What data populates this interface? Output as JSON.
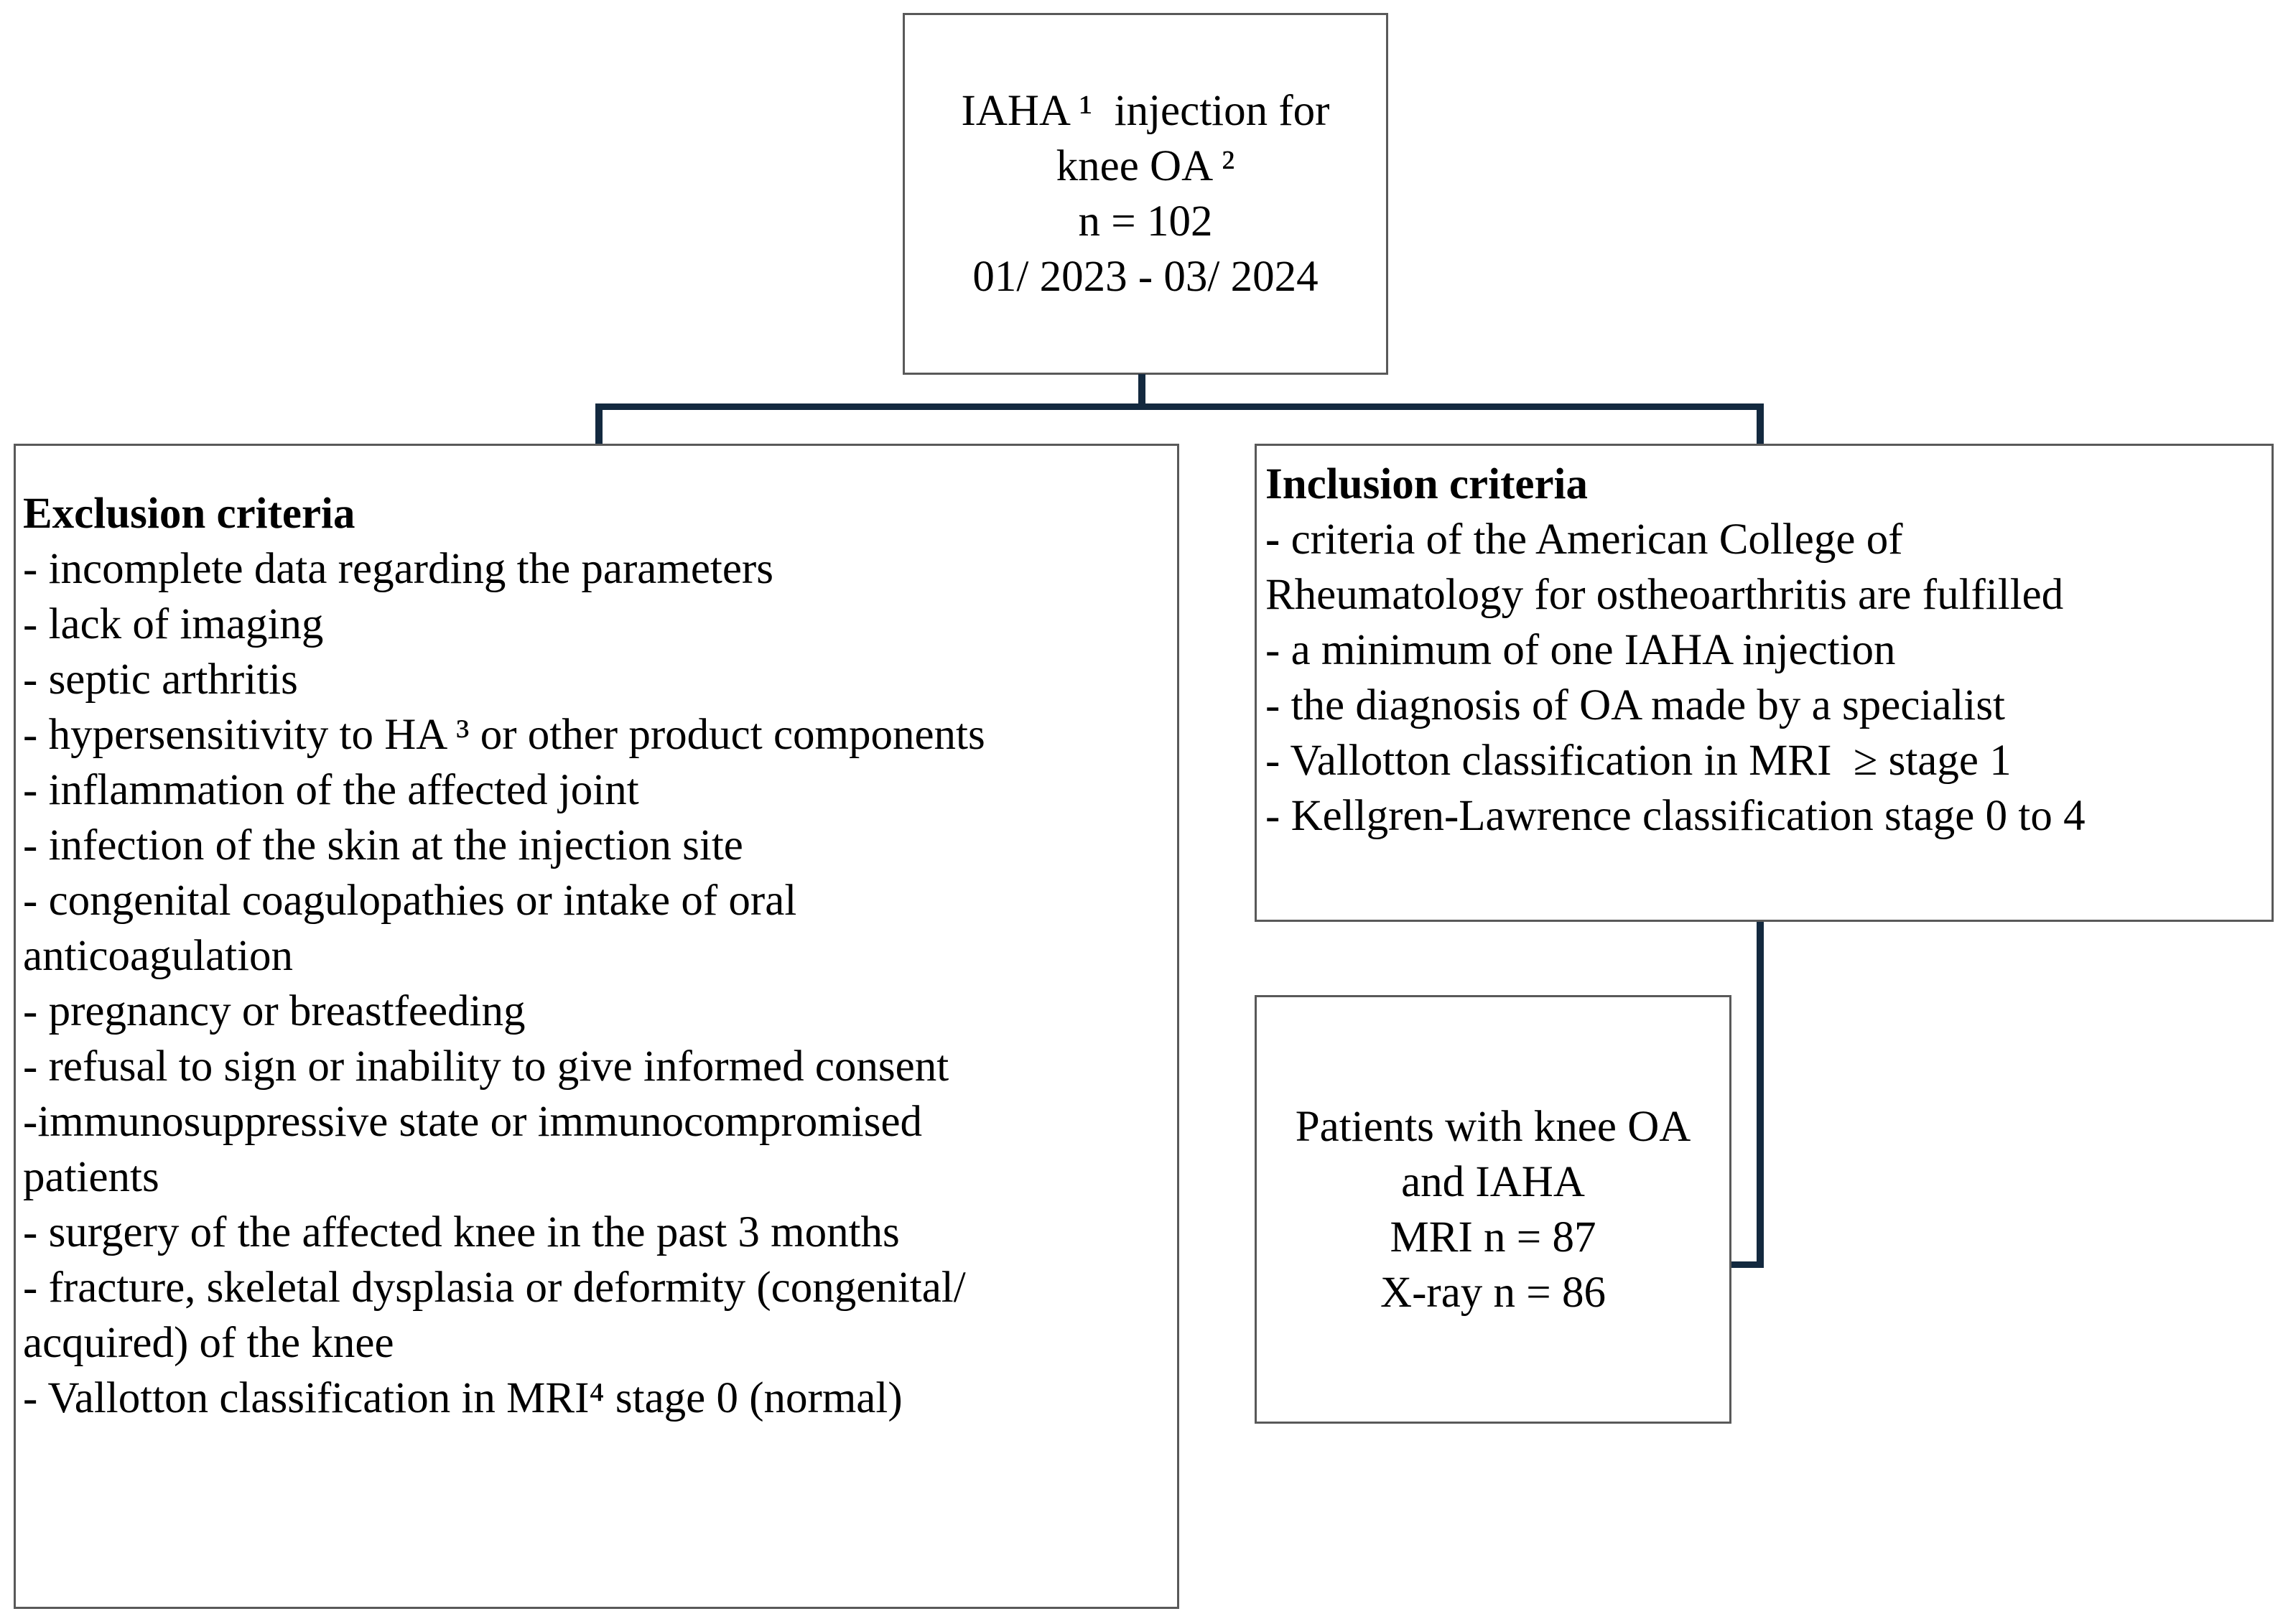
{
  "figure": {
    "background": "#ffffff",
    "connector_color": "#13293f",
    "border_color": "#595959",
    "text_color": "#000000"
  },
  "title_box": {
    "lines": [
      "IAHA ¹  injection for",
      "knee OA ²",
      "n = 102",
      "01/ 2023 - 03/ 2024"
    ]
  },
  "exclusion_box": {
    "heading": "Exclusion criteria",
    "lines": [
      "- incomplete data regarding the parameters",
      "- lack of imaging",
      "- septic arthritis",
      "- hypersensitivity to HA ³ or other product components",
      "- inflammation of the affected joint",
      "- infection of the skin at the injection site",
      "- congenital coagulopathies or intake of oral",
      "anticoagulation",
      "- pregnancy or breastfeeding",
      "- refusal to sign or inability to give informed consent",
      "-immunosuppressive state or immunocompromised",
      "patients",
      "- surgery of the affected knee in the past 3 months",
      "- fracture, skeletal dysplasia or deformity (congenital/",
      "acquired) of the knee",
      "- Vallotton classification in MRI⁴ stage 0 (normal)"
    ]
  },
  "inclusion_box": {
    "heading": "Inclusion criteria",
    "first_item_dash": "-",
    "first_item_rest": " criteria of the American College of",
    "lines": [
      "Rheumatology for ostheoarthritis are fulfilled",
      "- a minimum of one IAHA injection",
      "- the diagnosis of OA made by a specialist",
      "- Vallotton classification in MRI  ≥ stage 1",
      "- Kellgren-Lawrence classification stage 0 to 4"
    ]
  },
  "patients_box": {
    "lines": [
      "Patients with knee OA",
      "and IAHA",
      "MRI n = 87",
      "X-ray n = 86"
    ]
  }
}
